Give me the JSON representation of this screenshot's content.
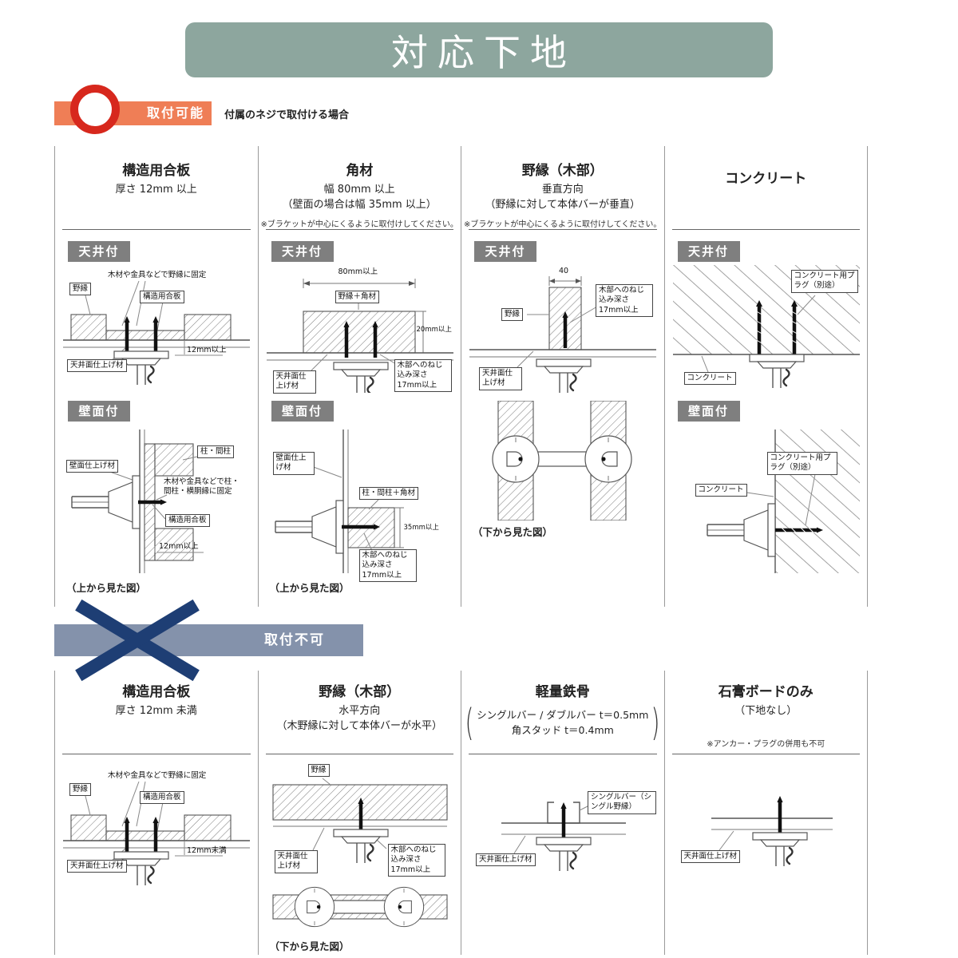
{
  "title": "対応下地",
  "ok": {
    "badge": "取付可能",
    "note": "付属のネジで取付ける場合",
    "ceiling_badge": "天井付",
    "wall_badge": "壁面付",
    "view_above": "（上から見た図）",
    "view_below": "（下から見た図）",
    "col1": {
      "title": "構造用合板",
      "sub1": "厚さ 12mm 以上",
      "c_nobuchi": "野縁",
      "c_fix": "木材や金具などで野縁に固定",
      "c_plywood": "構造用合板",
      "c_finish": "天井面仕上げ材",
      "c_dim": "12mm以上",
      "w_finish": "壁面仕上げ材",
      "w_stud": "柱・間柱",
      "w_fix": "木材や金具などで柱・間柱・横胴縁に固定",
      "w_plywood": "構造用合板",
      "w_dim": "12mm以上"
    },
    "col2": {
      "title": "角材",
      "sub1": "幅 80mm 以上",
      "sub2": "（壁面の場合は幅 35mm 以上）",
      "note": "※ブラケットが中心にくるように取付けしてください。",
      "c_dim_w": "80mm以上",
      "c_block": "野縁＋角材",
      "c_dim_h": "20mm以上",
      "c_finish": "天井面仕上げ材",
      "c_depth": "木部へのねじ込み深さ17mm以上",
      "w_finish": "壁面仕上げ材",
      "w_block": "柱・間柱＋角材",
      "w_dim": "35mm以上",
      "w_depth": "木部へのねじ込み深さ17mm以上"
    },
    "col3": {
      "title": "野縁（木部）",
      "sub1": "垂直方向",
      "sub2": "（野縁に対して本体バーが垂直）",
      "note": "※ブラケットが中心にくるように取付けしてください。",
      "c_dim": "40",
      "c_nobuchi": "野縁",
      "c_depth": "木部へのねじ込み深さ17mm以上",
      "c_finish": "天井面仕上げ材"
    },
    "col4": {
      "title": "コンクリート",
      "c_plug": "コンクリート用プラグ（別途）",
      "c_conc": "コンクリート",
      "w_plug": "コンクリート用プラグ（別途）",
      "w_conc": "コンクリート"
    }
  },
  "ng": {
    "badge": "取付不可",
    "view_below": "（下から見た図）",
    "col1": {
      "title": "構造用合板",
      "sub1": "厚さ 12mm 未満",
      "nobuchi": "野縁",
      "fix": "木材や金具などで野縁に固定",
      "plywood": "構造用合板",
      "finish": "天井面仕上げ材",
      "dim": "12mm未満"
    },
    "col2": {
      "title": "野縁（木部）",
      "sub1": "水平方向",
      "sub2": "（木野縁に対して本体バーが水平）",
      "nobuchi": "野縁",
      "finish": "天井面仕上げ材",
      "depth": "木部へのねじ込み深さ17mm以上"
    },
    "col3": {
      "title": "軽量鉄骨",
      "sub1": "シングルバー / ダブルバー t＝0.5mm",
      "sub2": "角スタッド t＝0.4mm",
      "bar": "シングルバー（シングル野縁）",
      "finish": "天井面仕上げ材"
    },
    "col4": {
      "title": "石膏ボードのみ",
      "sub1": "（下地なし）",
      "note": "※アンカー・プラグの併用も不可",
      "finish": "天井面仕上げ材"
    }
  }
}
